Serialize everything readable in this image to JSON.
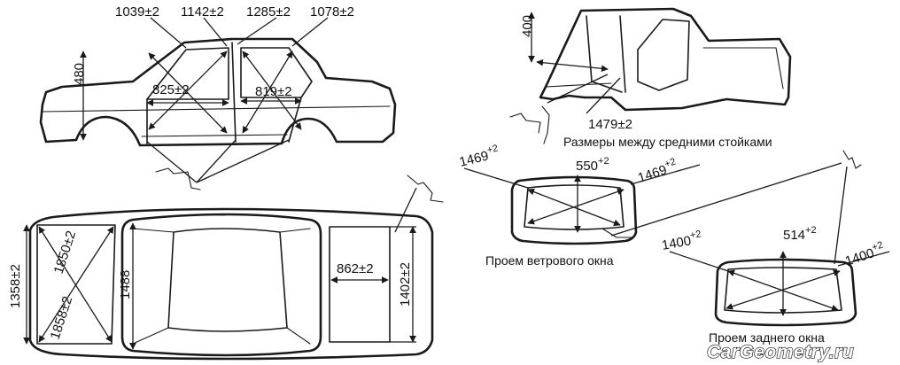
{
  "side_view": {
    "dims": [
      "1039±2",
      "1142±2",
      "1285±2",
      "1078±2"
    ],
    "height": "480",
    "front_diag": "825±2",
    "rear_diag": "819±2"
  },
  "pillar_view": {
    "height": "400",
    "width": "1479±2",
    "caption": "Размеры между средними стойками"
  },
  "top_view": {
    "front_height": "1358±2",
    "front_diag_upper": "1850±2",
    "front_diag_lower": "1858±2",
    "roof_length": "1488",
    "rear_width": "862±2",
    "rear_height": "1402±2"
  },
  "windshield": {
    "diag_left": "1469",
    "diag_left_tol": "+2",
    "height": "550",
    "height_tol": "+2",
    "diag_right": "1469",
    "diag_right_tol": "+2",
    "caption": "Проем ветрового окна"
  },
  "rear_window": {
    "diag_left": "1400",
    "diag_left_tol": "+2",
    "height": "514",
    "height_tol": "+2",
    "diag_right": "1400",
    "diag_right_tol": "+2",
    "caption": "Проем заднего окна"
  },
  "watermark": "CarGeometry.ru"
}
